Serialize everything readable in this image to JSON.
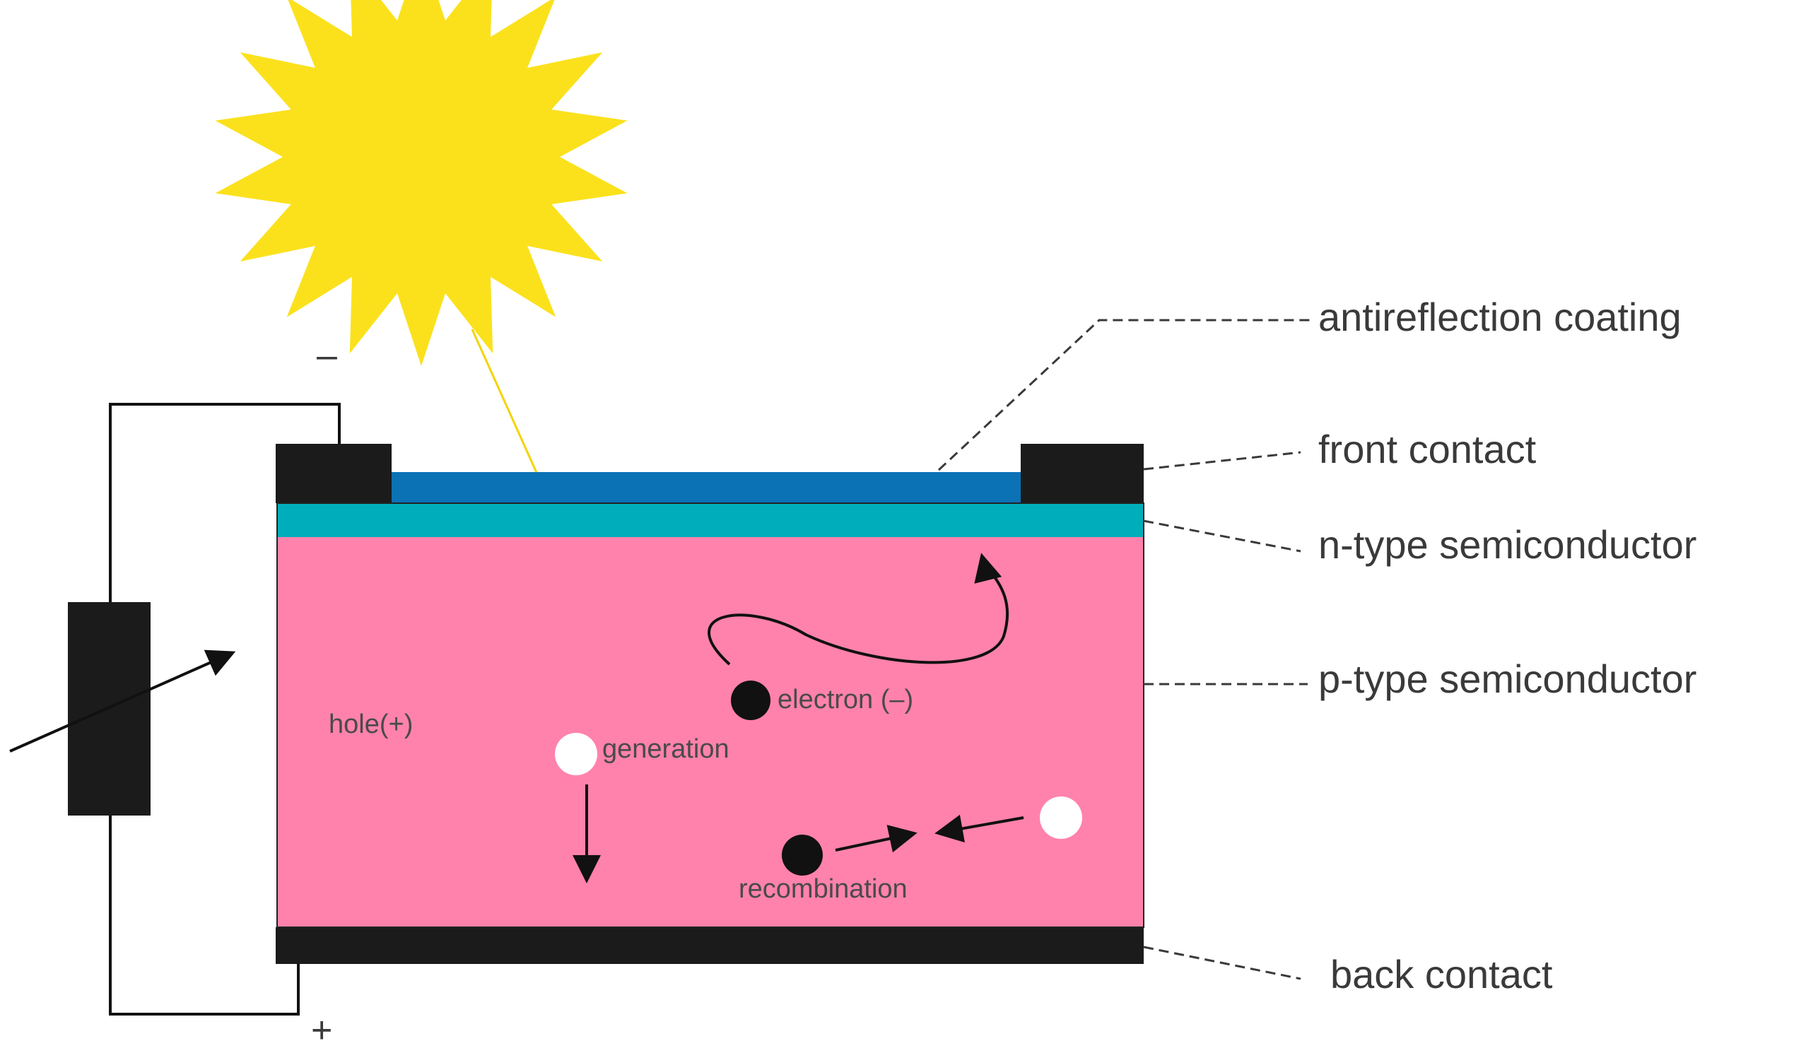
{
  "labels": {
    "antireflection": "antireflection coating",
    "front_contact": "front contact",
    "n_type": "n-type semiconductor",
    "p_type": "p-type semiconductor",
    "back_contact": "back contact"
  },
  "annotations": {
    "hole": "hole(+)",
    "generation": "generation",
    "electron": "electron (–)",
    "recombination": "recombination"
  },
  "terminals": {
    "negative": "–",
    "positive": "+"
  },
  "colors": {
    "sun": "#FBE11C",
    "sun_ray": "#F3D400",
    "antireflection": "#0B72B6",
    "n_type": "#00AEBB",
    "p_type": "#FF82AC",
    "contact": "#1B1B1B",
    "hole": "#ffffff",
    "electron": "#111111",
    "leader": "#3a3a3a"
  }
}
